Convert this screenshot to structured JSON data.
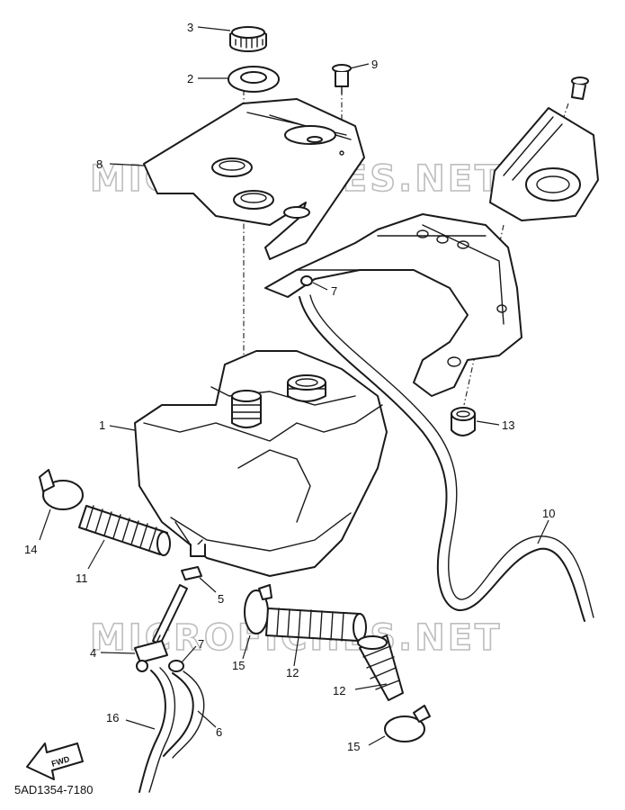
{
  "diagram": {
    "watermark": "MICROFICHES.NET",
    "drawing_code": "5AD1354-7180",
    "fwd_label": "FWD",
    "callouts": [
      {
        "id": "c1",
        "label": "1"
      },
      {
        "id": "c2",
        "label": "2"
      },
      {
        "id": "c3",
        "label": "3"
      },
      {
        "id": "c4",
        "label": "4"
      },
      {
        "id": "c5",
        "label": "5"
      },
      {
        "id": "c6",
        "label": "6"
      },
      {
        "id": "c7a",
        "label": "7"
      },
      {
        "id": "c7b",
        "label": "7"
      },
      {
        "id": "c8",
        "label": "8"
      },
      {
        "id": "c9",
        "label": "9"
      },
      {
        "id": "c10",
        "label": "10"
      },
      {
        "id": "c11",
        "label": "11"
      },
      {
        "id": "c12a",
        "label": "12"
      },
      {
        "id": "c12b",
        "label": "12"
      },
      {
        "id": "c13",
        "label": "13"
      },
      {
        "id": "c14",
        "label": "14"
      },
      {
        "id": "c15a",
        "label": "15"
      },
      {
        "id": "c15b",
        "label": "15"
      },
      {
        "id": "c16",
        "label": "16"
      }
    ]
  }
}
